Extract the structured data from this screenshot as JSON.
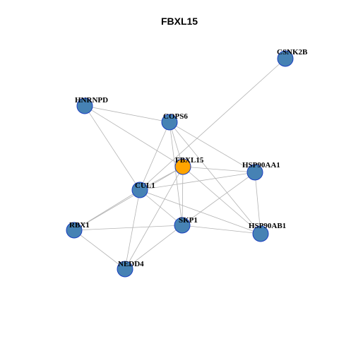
{
  "title": "FBXL15",
  "colors": {
    "node_default": "#4682b4",
    "node_highlight": "#ffa500",
    "node_border": "#1a3fc0",
    "edge": "#b3b3b3"
  },
  "nodes": [
    {
      "id": "CSNK2B",
      "label": "CSNK2B",
      "highlight": false
    },
    {
      "id": "HNRNPD",
      "label": "HNRNPD",
      "highlight": false
    },
    {
      "id": "COPS6",
      "label": "COPS6",
      "highlight": false
    },
    {
      "id": "FBXL15",
      "label": "FBXL15",
      "highlight": true
    },
    {
      "id": "HSP90AA1",
      "label": "HSP90AA1",
      "highlight": false
    },
    {
      "id": "CUL1",
      "label": "CUL1",
      "highlight": false
    },
    {
      "id": "RBX1",
      "label": "RBX1",
      "highlight": false
    },
    {
      "id": "SKP1",
      "label": "SKP1",
      "highlight": false
    },
    {
      "id": "HSP90AB1",
      "label": "HSP90AB1",
      "highlight": false
    },
    {
      "id": "NEDD4",
      "label": "NEDD4",
      "highlight": false
    }
  ],
  "edges": [
    [
      "CSNK2B",
      "CUL1"
    ],
    [
      "HNRNPD",
      "COPS6"
    ],
    [
      "HNRNPD",
      "FBXL15"
    ],
    [
      "HNRNPD",
      "CUL1"
    ],
    [
      "COPS6",
      "FBXL15"
    ],
    [
      "COPS6",
      "CUL1"
    ],
    [
      "COPS6",
      "SKP1"
    ],
    [
      "COPS6",
      "HSP90AA1"
    ],
    [
      "COPS6",
      "HSP90AB1"
    ],
    [
      "FBXL15",
      "HSP90AA1"
    ],
    [
      "FBXL15",
      "CUL1"
    ],
    [
      "FBXL15",
      "SKP1"
    ],
    [
      "FBXL15",
      "HSP90AB1"
    ],
    [
      "FBXL15",
      "RBX1"
    ],
    [
      "FBXL15",
      "NEDD4"
    ],
    [
      "HSP90AA1",
      "CUL1"
    ],
    [
      "HSP90AA1",
      "SKP1"
    ],
    [
      "HSP90AA1",
      "HSP90AB1"
    ],
    [
      "CUL1",
      "SKP1"
    ],
    [
      "CUL1",
      "RBX1"
    ],
    [
      "CUL1",
      "NEDD4"
    ],
    [
      "CUL1",
      "HSP90AB1"
    ],
    [
      "RBX1",
      "SKP1"
    ],
    [
      "RBX1",
      "NEDD4"
    ],
    [
      "SKP1",
      "NEDD4"
    ],
    [
      "SKP1",
      "HSP90AB1"
    ]
  ]
}
